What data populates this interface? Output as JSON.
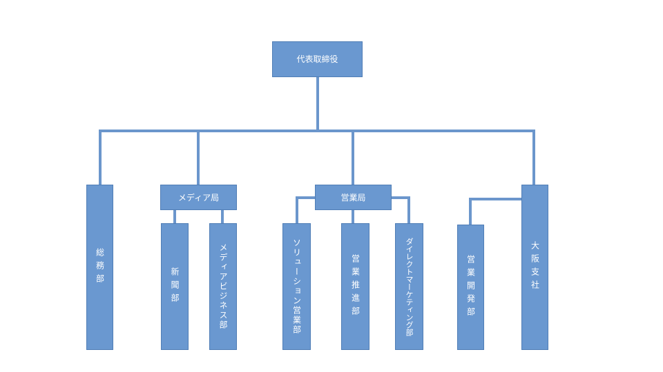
{
  "org": {
    "ceo": "代表取締役",
    "general_affairs": "総務部",
    "media_bureau": "メディア局",
    "newspaper": "新聞部",
    "media_business": "メディアビジネス部",
    "sales_bureau": "営業局",
    "solutions_sales": "ソリューション営業部",
    "sales_promotion": "営業推進部",
    "direct_marketing": "ダイレクトマーケティング部",
    "sales_development": "営業開発部",
    "osaka_branch": "大阪支社"
  },
  "colors": {
    "box_fill": "#6a98d0",
    "box_border": "#4f7db5",
    "connector": "#6b96cc",
    "text": "#ffffff"
  }
}
